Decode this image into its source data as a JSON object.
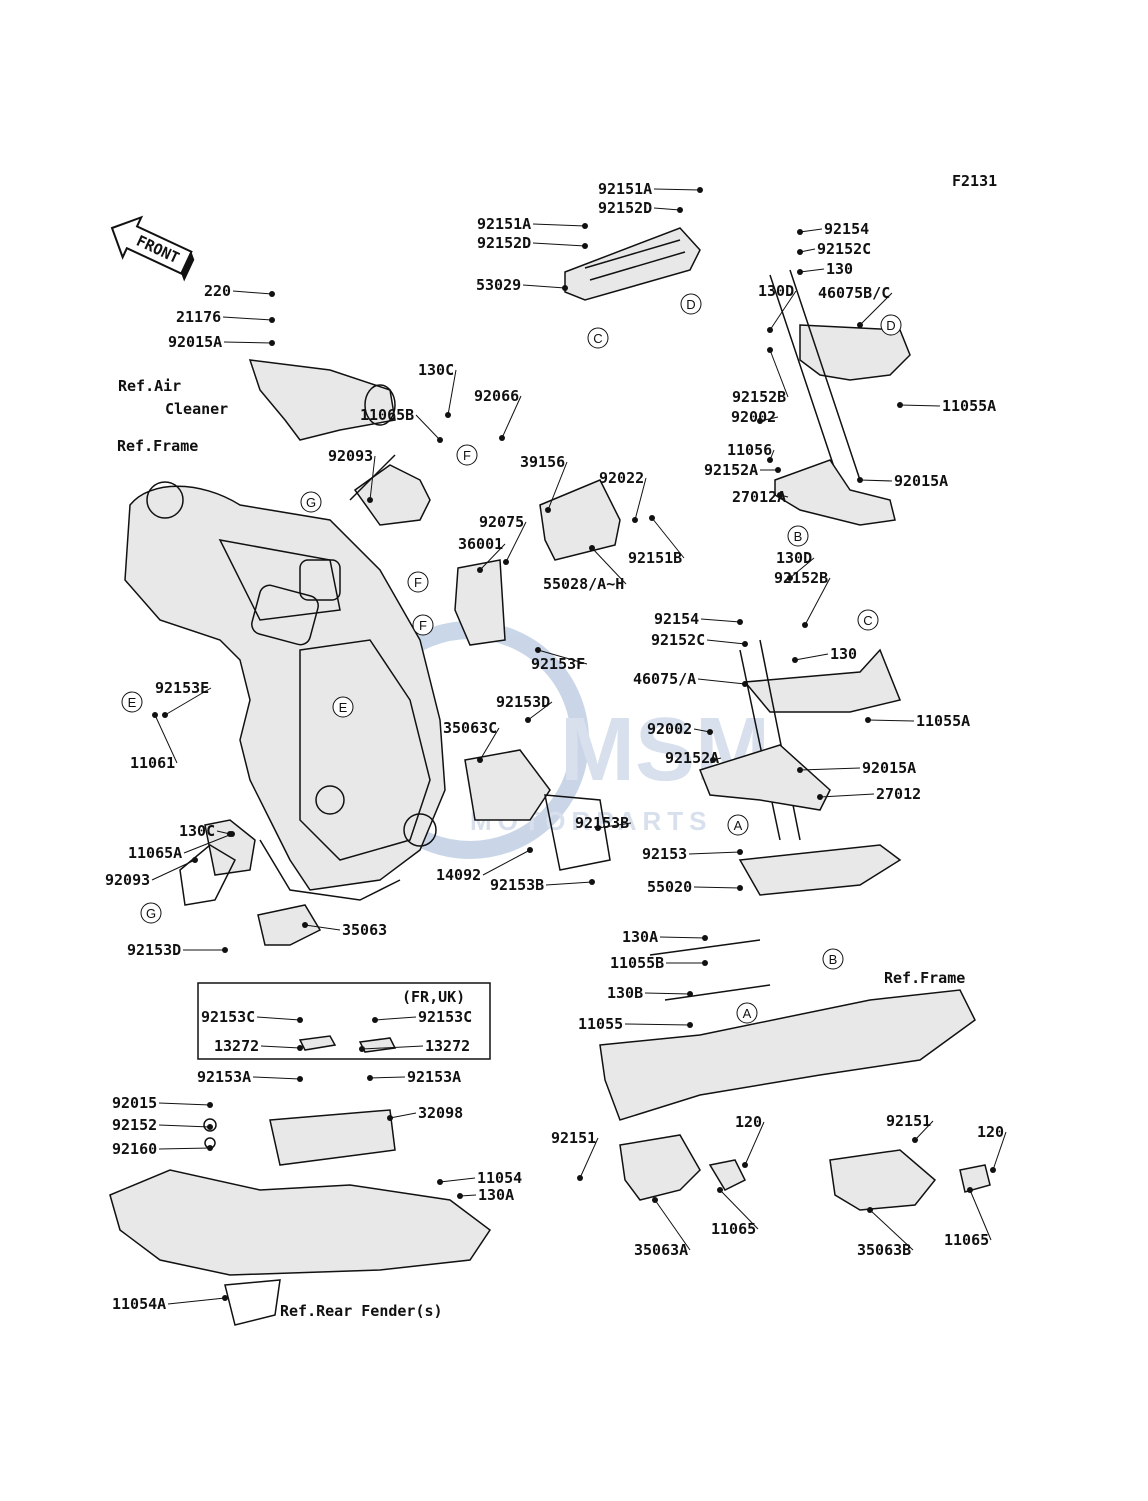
{
  "figure_code": "F2131",
  "front_label": "FRONT",
  "watermark": {
    "brand": "MSM",
    "sub": "MOTORPARTS",
    "color": "#2f6fb5"
  },
  "refs": {
    "air_cleaner_1": "Ref.Air",
    "air_cleaner_2": "Cleaner",
    "frame_top": "Ref.Frame",
    "frame_right": "Ref.Frame",
    "rear_fender": "Ref.Rear Fender(s)"
  },
  "inset_title": "(FR,UK)",
  "callouts": {
    "c1": "C",
    "c2": "D",
    "c3": "D",
    "c4": "B",
    "c5": "F",
    "c6": "G",
    "c7": "F",
    "c8": "F",
    "c9": "E",
    "c10": "E",
    "c11": "C",
    "c12": "A",
    "c13": "G",
    "c14": "B",
    "c15": "A"
  },
  "labels": [
    "92151A",
    "92152D",
    "92151A",
    "92152D",
    "53029",
    "92154",
    "92152C",
    "130",
    "130D",
    "46075B/C",
    "92152B",
    "11055A",
    "220",
    "21176",
    "92015A",
    "130C",
    "92066",
    "11065B",
    "92093",
    "92002",
    "11056",
    "92152A",
    "92015A",
    "27012A",
    "39156",
    "92022",
    "92075",
    "92151B",
    "36001",
    "55028/A~H",
    "130D",
    "92152B",
    "92154",
    "92152C",
    "130",
    "46075/A",
    "11055A",
    "92153F",
    "92153E",
    "11061",
    "92153D",
    "92002",
    "35063C",
    "92152A",
    "92015A",
    "27012",
    "130C",
    "92153B",
    "11065A",
    "92093",
    "14092",
    "92153",
    "92153B",
    "55020",
    "35063",
    "92153D",
    "130A",
    "11055B",
    "130B",
    "11055",
    "92153C",
    "92153C",
    "13272",
    "13272",
    "92153A",
    "92153A",
    "32098",
    "92015",
    "92152",
    "92160",
    "11054",
    "130A",
    "92151",
    "120",
    "92151",
    "120",
    "35063A",
    "11065",
    "35063B",
    "11065",
    "11054A"
  ]
}
